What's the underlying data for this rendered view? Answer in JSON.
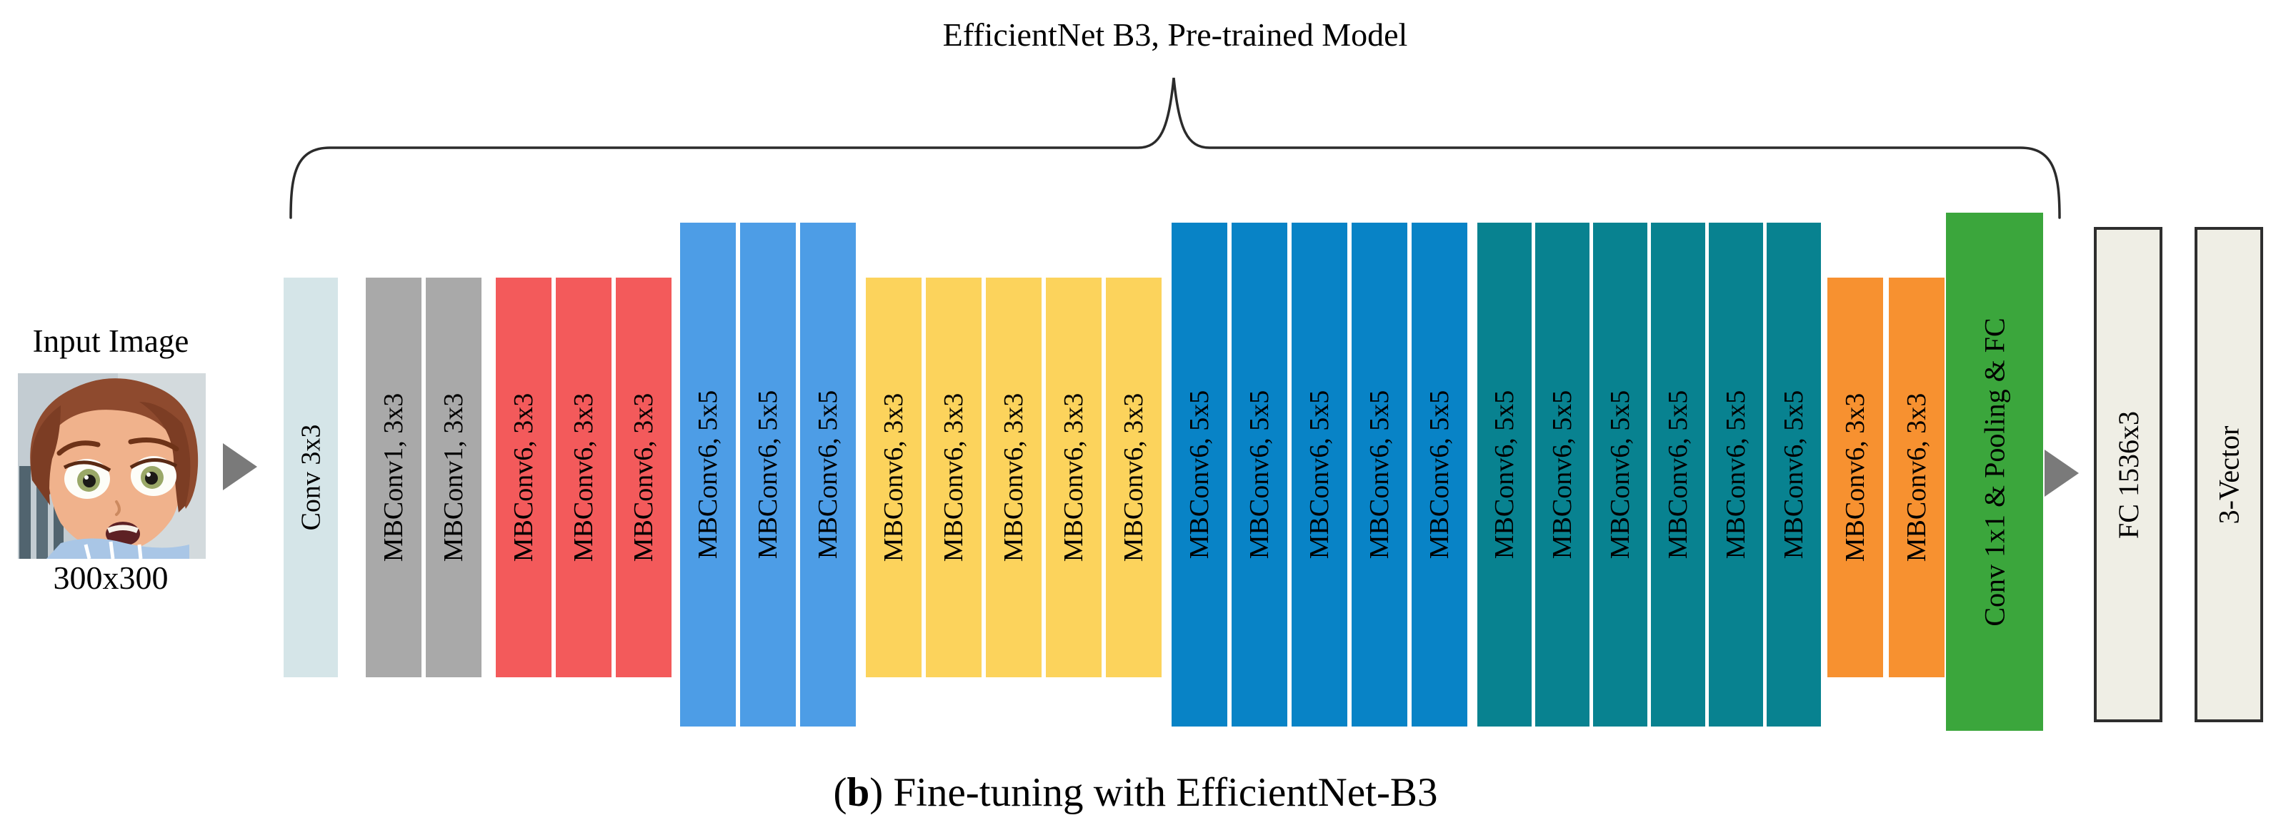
{
  "title": "EfficientNet B3, Pre-trained Model",
  "caption": {
    "open": "(",
    "bold": "b",
    "rest": ") Fine-tuning with EfficientNet-B3"
  },
  "input": {
    "label": "Input Image",
    "size_label": "300x300"
  },
  "stages": [
    {
      "name": "stem",
      "color": "#d5e5e8",
      "blocks": [
        "Conv 3x3"
      ]
    },
    {
      "name": "stage1",
      "color": "#a9a9a9",
      "blocks": [
        "MBConv1, 3x3",
        "MBConv1, 3x3"
      ]
    },
    {
      "name": "stage2",
      "color": "#f35a5b",
      "blocks": [
        "MBConv6, 3x3",
        "MBConv6, 3x3",
        "MBConv6, 3x3"
      ]
    },
    {
      "name": "stage3",
      "color": "#4d9de6",
      "blocks": [
        "MBConv6, 5x5",
        "MBConv6, 5x5",
        "MBConv6, 5x5"
      ]
    },
    {
      "name": "stage4",
      "color": "#fcd35c",
      "blocks": [
        "MBConv6, 3x3",
        "MBConv6, 3x3",
        "MBConv6, 3x3",
        "MBConv6, 3x3",
        "MBConv6, 3x3"
      ]
    },
    {
      "name": "stage5",
      "color": "#0883c6",
      "blocks": [
        "MBConv6, 5x5",
        "MBConv6, 5x5",
        "MBConv6, 5x5",
        "MBConv6, 5x5",
        "MBConv6, 5x5"
      ]
    },
    {
      "name": "stage6",
      "color": "#088290",
      "blocks": [
        "MBConv6, 5x5",
        "MBConv6, 5x5",
        "MBConv6, 5x5",
        "MBConv6, 5x5",
        "MBConv6, 5x5",
        "MBConv6, 5x5"
      ]
    },
    {
      "name": "stage7",
      "color": "#f79130",
      "blocks": [
        "MBConv6, 3x3",
        "MBConv6, 3x3"
      ]
    },
    {
      "name": "head",
      "color": "#3ba63c",
      "blocks": [
        "Conv 1x1 & Pooling & FC"
      ]
    }
  ],
  "outputs": [
    {
      "label": "FC 1536x3"
    },
    {
      "label": "3-Vector"
    }
  ],
  "palette": {
    "stem": "#d5e5e8",
    "stage1_gray": "#a9a9a9",
    "stage2_red": "#f35a5b",
    "stage3_blue": "#4d9de6",
    "stage4_yellow": "#fcd35c",
    "stage5_dark_blue": "#0883c6",
    "stage6_teal": "#088290",
    "stage7_orange": "#f79130",
    "head_green": "#3ba63c",
    "output_fill": "#efeee5",
    "output_border": "#2e2e2e",
    "arrow_gray": "#7a7a7a",
    "brace": "#2b2b2b"
  }
}
